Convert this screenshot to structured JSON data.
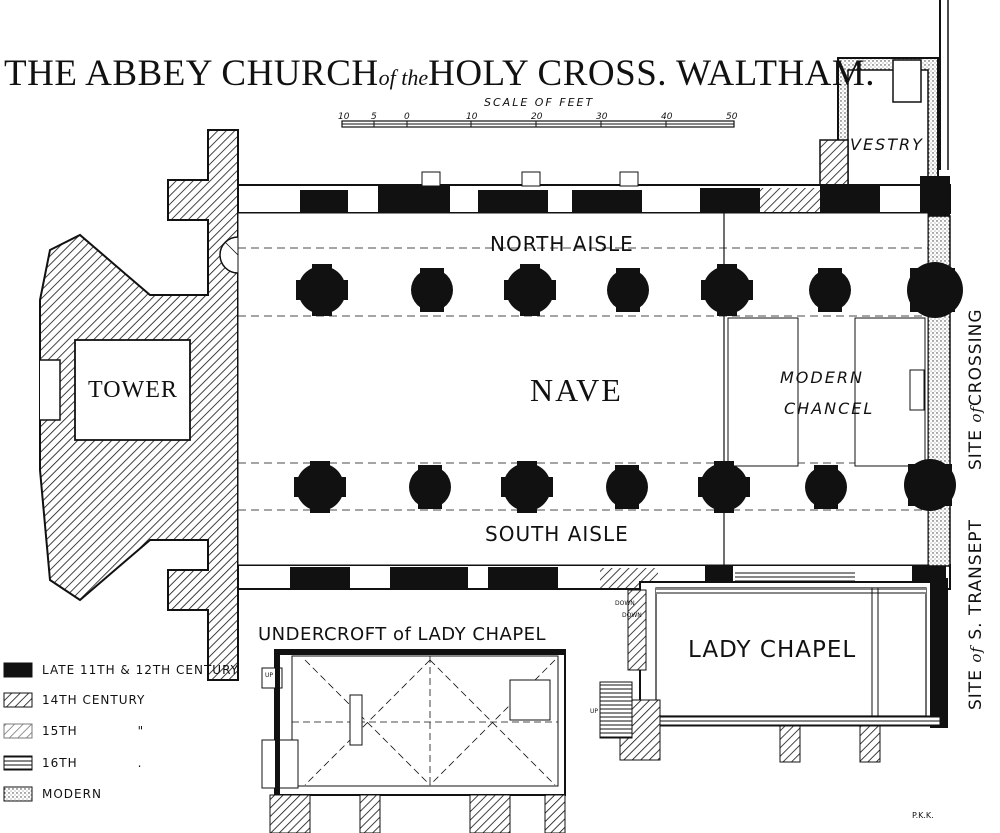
{
  "title": {
    "part1": "THE ABBEY CHURCH",
    "of_the": "of the",
    "part2": "HOLY CROSS. WALTHAM."
  },
  "scale": {
    "label": "SCALE OF FEET",
    "ticks": [
      "10",
      "5",
      "0",
      "10",
      "20",
      "30",
      "40",
      "50"
    ]
  },
  "rooms": {
    "vestry": "VESTRY",
    "north_aisle": "NORTH AISLE",
    "nave": "NAVE",
    "tower": "TOWER",
    "modern_chancel_1": "MODERN",
    "modern_chancel_2": "CHANCEL",
    "south_aisle": "SOUTH AISLE",
    "undercroft": "UNDERCROFT of LADY CHAPEL",
    "lady_chapel": "LADY CHAPEL",
    "site_crossing_1": "SITE",
    "site_crossing_of": "of",
    "site_crossing_2": "CROSSING",
    "site_transept_1": "SITE",
    "site_transept_of": "of",
    "site_transept_2": "S. TRANSEPT",
    "down_1": "DOWN",
    "down_2": "DOWN",
    "up_1": "UP",
    "up_2": "UP"
  },
  "legend": [
    {
      "label": "LATE 11TH & 12TH CENTURY",
      "style": "solid"
    },
    {
      "label": "14TH CENTURY",
      "style": "hatch-14"
    },
    {
      "label": "15TH",
      "style": "hatch-15",
      "mark": "\""
    },
    {
      "label": "16TH",
      "style": "hatch-16",
      "mark": "."
    },
    {
      "label": "MODERN",
      "style": "dots"
    }
  ],
  "signature": "P.K.K.",
  "colors": {
    "ink": "#111111",
    "paper": "#ffffff"
  }
}
